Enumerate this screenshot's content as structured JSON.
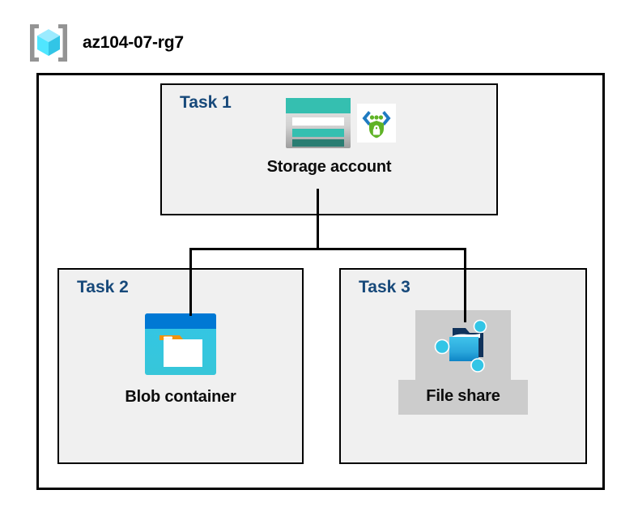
{
  "header": {
    "icon": "resource-group-cube-icon",
    "title": "az104-07-rg7"
  },
  "diagram": {
    "type": "azure-architecture",
    "container_label": "az104-07-rg7",
    "groups": [
      {
        "id": "task-1",
        "label": "Task 1",
        "node": {
          "caption": "Storage account",
          "icons": [
            "storage-account-icon",
            "storage-security-shield-icon"
          ]
        }
      },
      {
        "id": "task-2",
        "label": "Task 2",
        "node": {
          "caption": "Blob container",
          "icons": [
            "blob-container-icon"
          ]
        }
      },
      {
        "id": "task-3",
        "label": "Task 3",
        "node": {
          "caption": "File share",
          "icons": [
            "file-share-icon"
          ]
        }
      }
    ],
    "connections": [
      {
        "from": "Storage account",
        "to": "Blob container"
      },
      {
        "from": "Storage account",
        "to": "File share"
      }
    ],
    "colors": {
      "task_label": "#17497A",
      "box_fill": "#F0F0F0",
      "box_border": "#000000",
      "highlight_fill": "#CCCCCC",
      "storage_teal": "#35BFB0",
      "storage_teal_dark": "#2A7D72",
      "blob_blue": "#0078D4",
      "blob_cyan": "#32C5E6",
      "accent_orange": "#F2930D",
      "shield_green": "#5FB326",
      "cube_cyan": "#50E6FF",
      "bracket_gray": "#949494"
    }
  }
}
